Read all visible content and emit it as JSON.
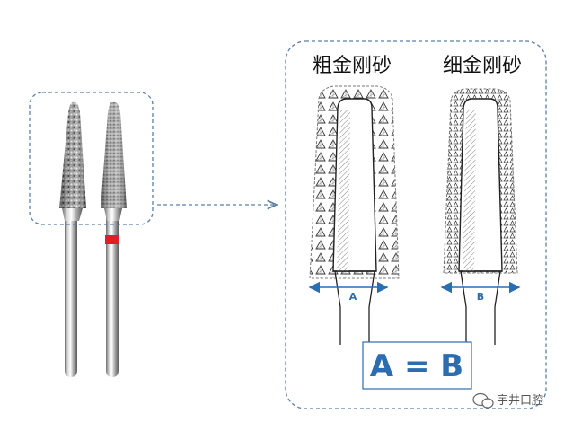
{
  "panel": {
    "coarse_title": "粗金刚砂",
    "fine_title": "细金刚砂",
    "width_label_coarse": "A",
    "width_label_fine": "B",
    "equation": "A = B"
  },
  "watermark": {
    "text": "宇井口腔"
  },
  "colors": {
    "accent": "#2a6db0",
    "dashed_border": "#5b7fa6",
    "band_red": "#e02020",
    "grit_gray": "#8a8a8a"
  }
}
